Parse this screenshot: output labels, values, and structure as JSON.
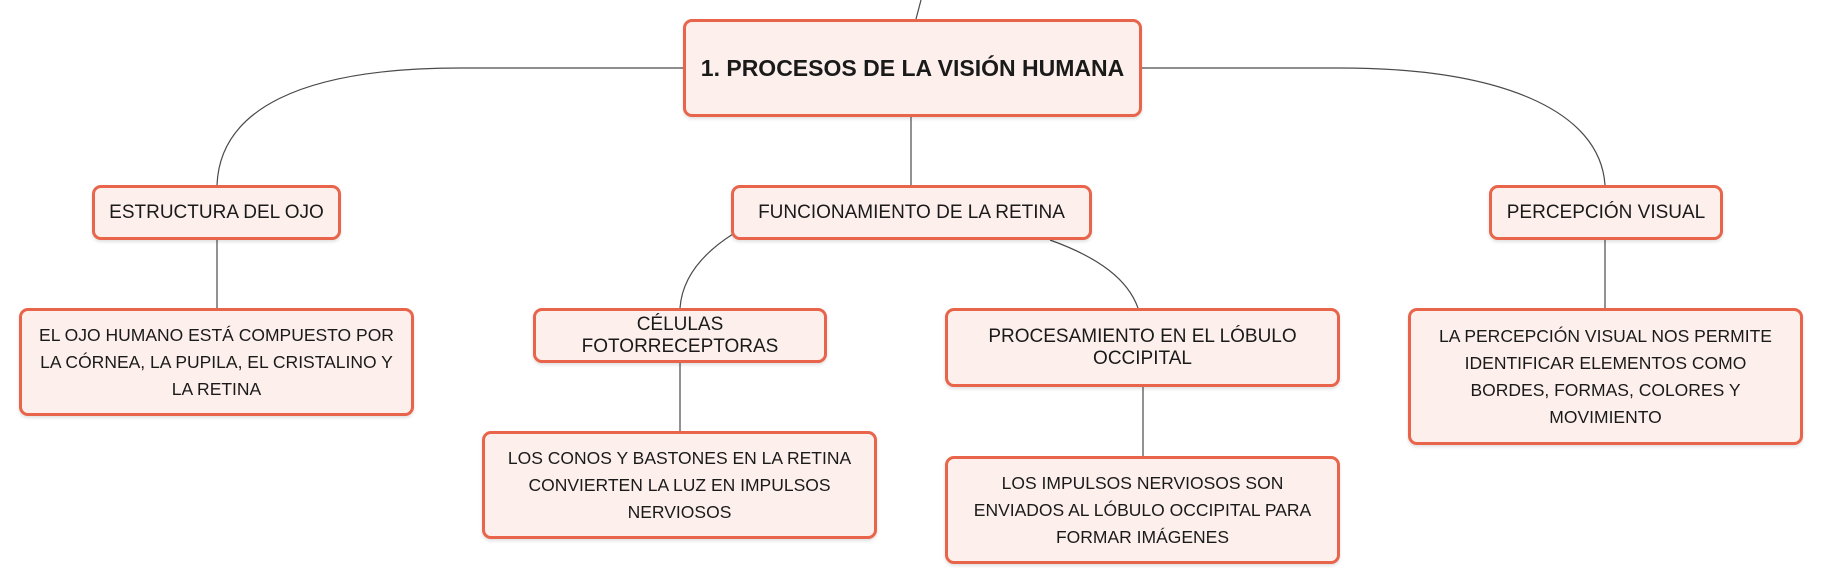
{
  "map": {
    "root": {
      "label": "1. PROCESOS DE LA VISIÓN HUMANA"
    },
    "branches": {
      "estructura": {
        "label": "ESTRUCTURA DEL OJO",
        "detail": "EL OJO HUMANO ESTÁ COMPUESTO POR LA CÓRNEA, LA PUPILA, EL CRISTALINO Y LA RETINA"
      },
      "retina": {
        "label": "FUNCIONAMIENTO DE LA RETINA",
        "celulas": {
          "label": "CÉLULAS FOTORRECEPTORAS",
          "detail": "LOS CONOS Y BASTONES EN LA RETINA CONVIERTEN LA LUZ EN IMPULSOS NERVIOSOS"
        },
        "procesamiento": {
          "label": "PROCESAMIENTO EN EL LÓBULO OCCIPITAL",
          "detail": "LOS IMPULSOS NERVIOSOS SON ENVIADOS AL LÓBULO OCCIPITAL PARA FORMAR IMÁGENES"
        }
      },
      "percepcion": {
        "label": "PERCEPCIÓN VISUAL",
        "detail": "LA PERCEPCIÓN VISUAL NOS PERMITE IDENTIFICAR ELEMENTOS COMO BORDES, FORMAS, COLORES Y MOVIMIENTO"
      }
    }
  },
  "colors": {
    "node_border": "#e8644a",
    "node_fill": "#fdf0ec",
    "connector": "#4a4a4a",
    "text": "#1a1a1a"
  }
}
